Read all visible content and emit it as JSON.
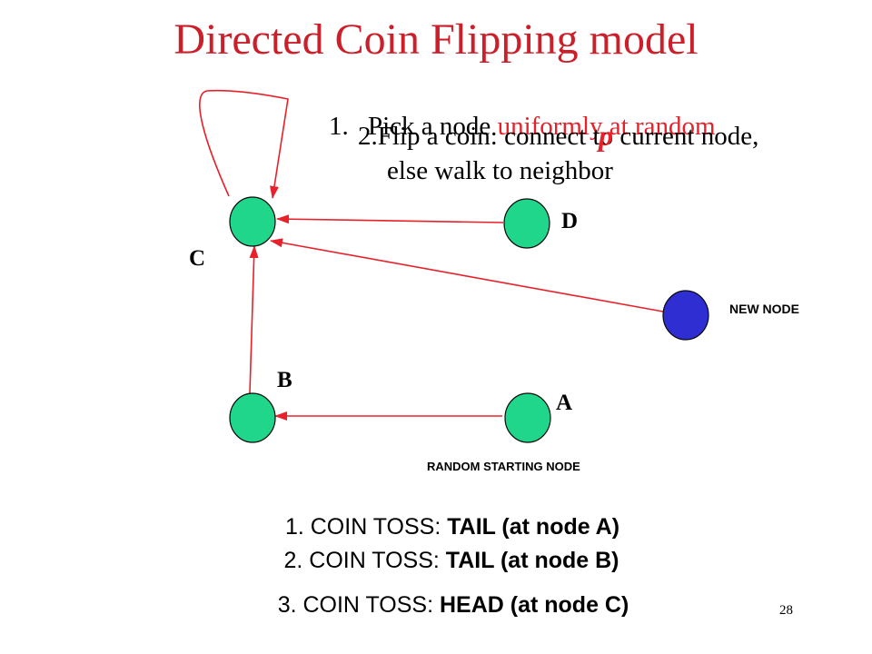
{
  "title": {
    "text": "Directed Coin Flipping model",
    "color": "#cc1f2a"
  },
  "steps": [
    {
      "number": "1.",
      "text_a": "Pick a node ",
      "text_b": "uniformly at random",
      "color_b": "#e8202a"
    },
    {
      "number": "2.",
      "text_a": "Flip a coin: connect to current node,",
      "text_b": "else walk to neighbor"
    }
  ],
  "p_symbol": "p",
  "node_labels": {
    "c": "C",
    "d": "D",
    "b": "B",
    "a": "A"
  },
  "annotations": {
    "new_node": "NEW NODE",
    "random_start": "RANDOM STARTING NODE"
  },
  "coin_tosses": [
    {
      "prefix": "1. COIN TOSS: ",
      "result": "TAIL (at node A)"
    },
    {
      "prefix": "2. COIN TOSS: ",
      "result": "TAIL (at node B)"
    },
    {
      "prefix": "3. COIN TOSS: ",
      "result": "HEAD (at node C)"
    }
  ],
  "page_number": "28",
  "colors": {
    "node_fill": "#1fd68a",
    "new_node_fill": "#2e2ed2",
    "edge": "#e8202a",
    "node_stroke": "#0a0a0a"
  }
}
